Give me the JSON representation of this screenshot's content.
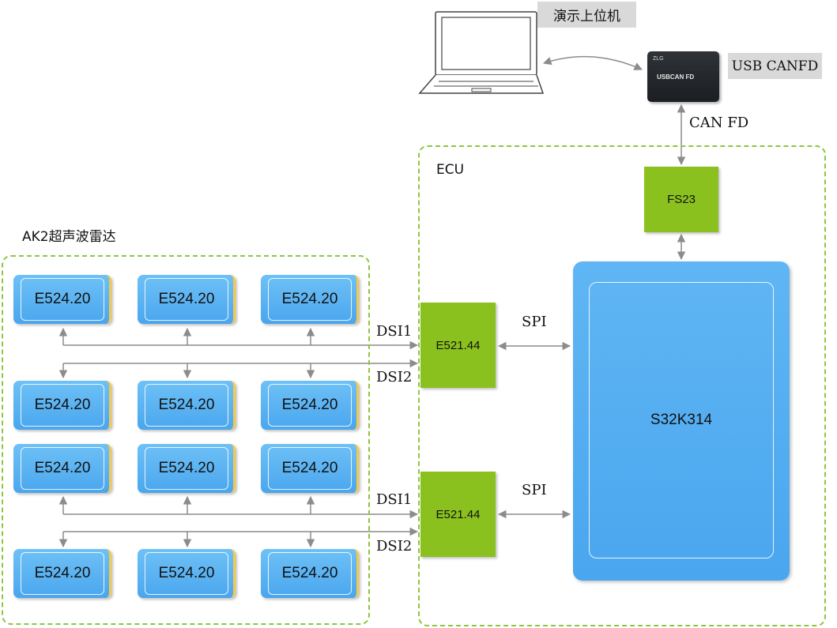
{
  "laptop_label": "演示上位机",
  "usbcanfd": {
    "label": "USB CANFD",
    "brand": "ZLG",
    "model": "USBCAN FD"
  },
  "can_label": "CAN FD",
  "ecu": {
    "label": "ECU",
    "fs23": "FS23",
    "mcu": "S32K314",
    "drivers": [
      {
        "label": "E521.44",
        "spi": "SPI",
        "dsi1": "DSI1",
        "dsi2": "DSI2"
      },
      {
        "label": "E521.44",
        "spi": "SPI",
        "dsi1": "DSI1",
        "dsi2": "DSI2"
      }
    ]
  },
  "radar": {
    "label": "AK2超声波雷达",
    "sensors": [
      [
        "E524.20",
        "E524.20",
        "E524.20"
      ],
      [
        "E524.20",
        "E524.20",
        "E524.20"
      ],
      [
        "E524.20",
        "E524.20",
        "E524.20"
      ],
      [
        "E524.20",
        "E524.20",
        "E524.20"
      ]
    ]
  },
  "colors": {
    "group_border": "#8dc63f",
    "driver_green": "#8bc11e",
    "sensor_blue": "#4aa6ee",
    "connector_gray": "#8c8c8c"
  }
}
